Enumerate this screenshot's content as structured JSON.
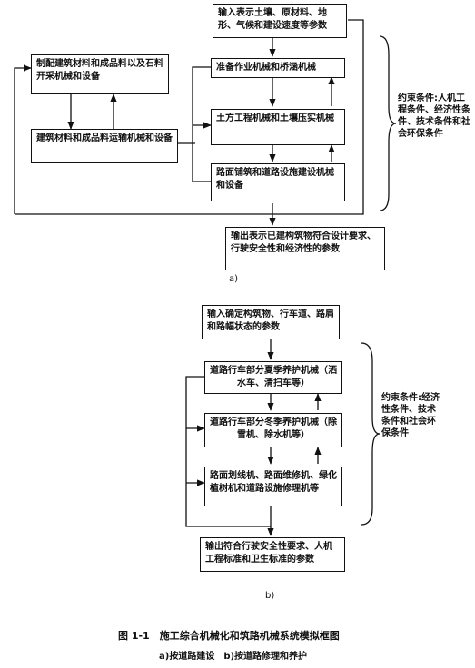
{
  "diagram_a": {
    "input": "输入表示土壤、原材料、地形、气候和建设速度等参数",
    "left_top": "制配建筑材料和成品料以及石料开采机械和设备",
    "left_bottom": "建筑材料和成品料运输机械和设备",
    "mid1": "准备作业机械和桥涵机械",
    "mid2": "土方工程机械和土壤压实机械",
    "mid3": "路面铺筑和道路设施建设机械和设备",
    "output": "输出表示已建构筑物符合设计要求、行驶安全性和经济性的参数",
    "constraint": "约束条件:人机工程条件、经济性条件、技术条件和社会环保条件",
    "label": "a)"
  },
  "diagram_b": {
    "input": "输入确定构筑物、行车道、路肩和路幅状态的参数",
    "mid1": "道路行车部分夏季养护机械（洒水车、清扫车等）",
    "mid2": "道路行车部分冬季养护机械（除雪机、除水机等）",
    "mid3": "路面划线机、路面维修机、绿化植树机和道路设施修理机等",
    "output": "输出符合行驶安全性要求、人机工程标准和卫生标准的参数",
    "constraint": "约束条件:经济性条件、技术条件和社会环保条件",
    "label": "b)"
  },
  "caption": {
    "title": "图 1-1　施工综合机械化和筑路机械系统模拟框图",
    "subtitle": "a)按道路建设　b)按道路修理和养护"
  }
}
